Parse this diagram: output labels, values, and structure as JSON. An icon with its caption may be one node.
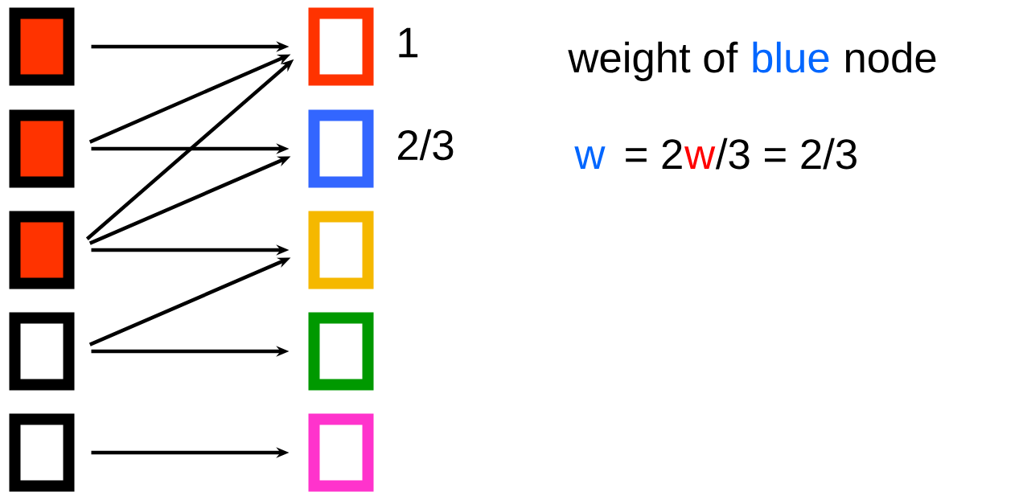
{
  "diagram": {
    "nodes": [
      {
        "text": [],
        "shape": "box"
      },
      {
        "text": [],
        "shape": "box"
      },
      {
        "text": [],
        "shape": "box"
      },
      {
        "text": [],
        "shape": "box"
      },
      {
        "text": [],
        "shape": "box"
      },
      {
        "text": [],
        "shape": "box",
        "beside": [
          "1"
        ]
      },
      {
        "text": [],
        "shape": "box",
        "beside": [
          "2/3"
        ]
      },
      {
        "text": [],
        "shape": "box"
      },
      {
        "text": [],
        "shape": "box"
      },
      {
        "text": [],
        "shape": "box"
      }
    ],
    "edges": [
      {
        "from": 0,
        "to": 5,
        "arrow": "to"
      },
      {
        "from": 1,
        "to": 5,
        "arrow": "to"
      },
      {
        "from": 1,
        "to": 6,
        "arrow": "to"
      },
      {
        "from": 2,
        "to": 5,
        "arrow": "to"
      },
      {
        "from": 2,
        "to": 6,
        "arrow": "to"
      },
      {
        "from": 2,
        "to": 7,
        "arrow": "to"
      },
      {
        "from": 3,
        "to": 7,
        "arrow": "to"
      },
      {
        "from": 3,
        "to": 8,
        "arrow": "to"
      },
      {
        "from": 4,
        "to": 9,
        "arrow": "to"
      }
    ],
    "labels": [
      "weight of",
      "blue",
      "node",
      "w",
      "= 2",
      "w",
      "/3 = 2/3"
    ]
  }
}
